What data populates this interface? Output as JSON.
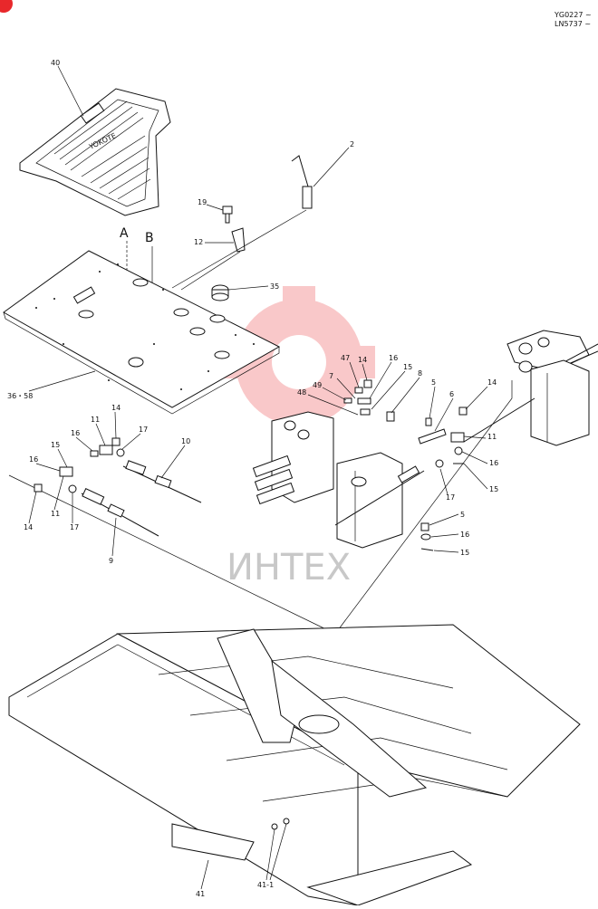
{
  "header": {
    "serial_line1": "YG0227 ~",
    "serial_line2": "LN5737 ~"
  },
  "watermark": {
    "text": "ИНТЕХ",
    "color": "#e8282b"
  },
  "section_labels": [
    "A",
    "B"
  ],
  "callouts": {
    "c40": "40",
    "c2": "2",
    "c19": "19",
    "c12": "12",
    "c35": "35",
    "c3658": "36・58",
    "c14a": "14",
    "c47": "47",
    "c16a": "16",
    "c7": "7",
    "c49": "49",
    "c15a": "15",
    "c8": "8",
    "c5a": "5",
    "c6": "6",
    "c48": "48",
    "c14b": "14",
    "c11a": "11",
    "c16b": "16",
    "c15b": "15",
    "c11b": "11",
    "c14c": "14",
    "c17a": "17",
    "c10": "10",
    "c15c": "15",
    "c16c": "16",
    "c14d": "14",
    "c11c": "11",
    "c17b": "17",
    "c9": "9",
    "c17c": "17",
    "c5b": "5",
    "c16d": "16",
    "c15d": "15",
    "c41": "41",
    "c411": "41-1"
  },
  "brand_plate_text": "YOKOTE"
}
